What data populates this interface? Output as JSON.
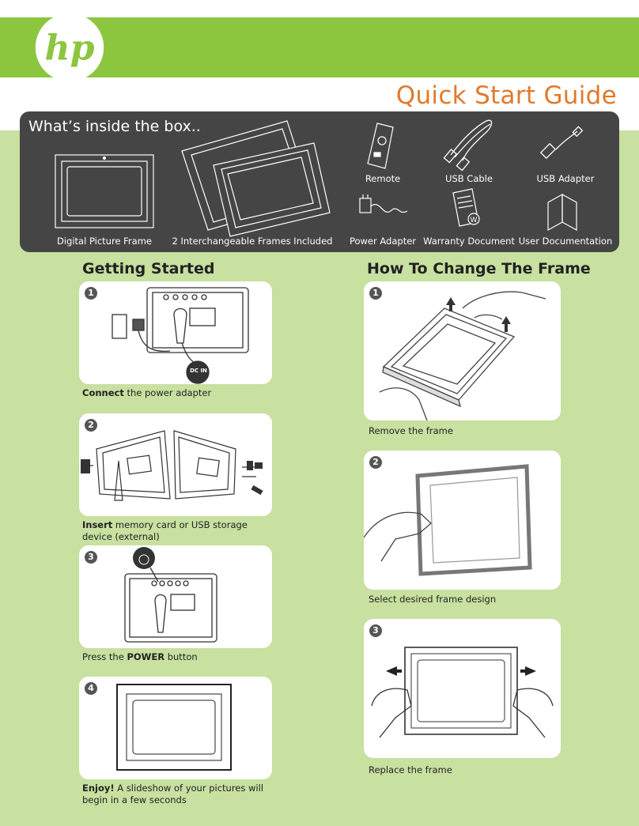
{
  "brand": {
    "logo_text": "hp"
  },
  "title": "Quick Start Guide",
  "inside_box": {
    "heading": "What’s inside the box..",
    "items": [
      {
        "label": "Digital Picture Frame"
      },
      {
        "label": "2 Interchangeable Frames Included"
      },
      {
        "label": "Remote"
      },
      {
        "label": "USB Cable"
      },
      {
        "label": "USB Adapter"
      },
      {
        "label": "Power Adapter"
      },
      {
        "label": "Warranty Document"
      },
      {
        "label": "User Documentation"
      }
    ]
  },
  "getting_started": {
    "heading": "Getting Started",
    "steps": [
      {
        "number": "1",
        "bold": "Connect",
        "text": " the power adapter",
        "dc_label": "DC IN"
      },
      {
        "number": "2",
        "bold": "Insert",
        "text": " memory card or USB storage device (external)"
      },
      {
        "number": "3",
        "pre": "Press the ",
        "bold": "POWER",
        "text": " button"
      },
      {
        "number": "4",
        "bold": "Enjoy!",
        "text": " A slideshow of your pictures will begin in a few seconds"
      }
    ]
  },
  "change_frame": {
    "heading": "How To Change The Frame",
    "steps": [
      {
        "number": "1",
        "text": "Remove the frame"
      },
      {
        "number": "2",
        "text": "Select desired frame design"
      },
      {
        "number": "3",
        "text": "Replace the frame"
      }
    ]
  },
  "colors": {
    "brand_green": "#8cc63f",
    "panel_green": "#c8e0a0",
    "title_orange": "#e07a2c",
    "box_gray": "#454545"
  }
}
